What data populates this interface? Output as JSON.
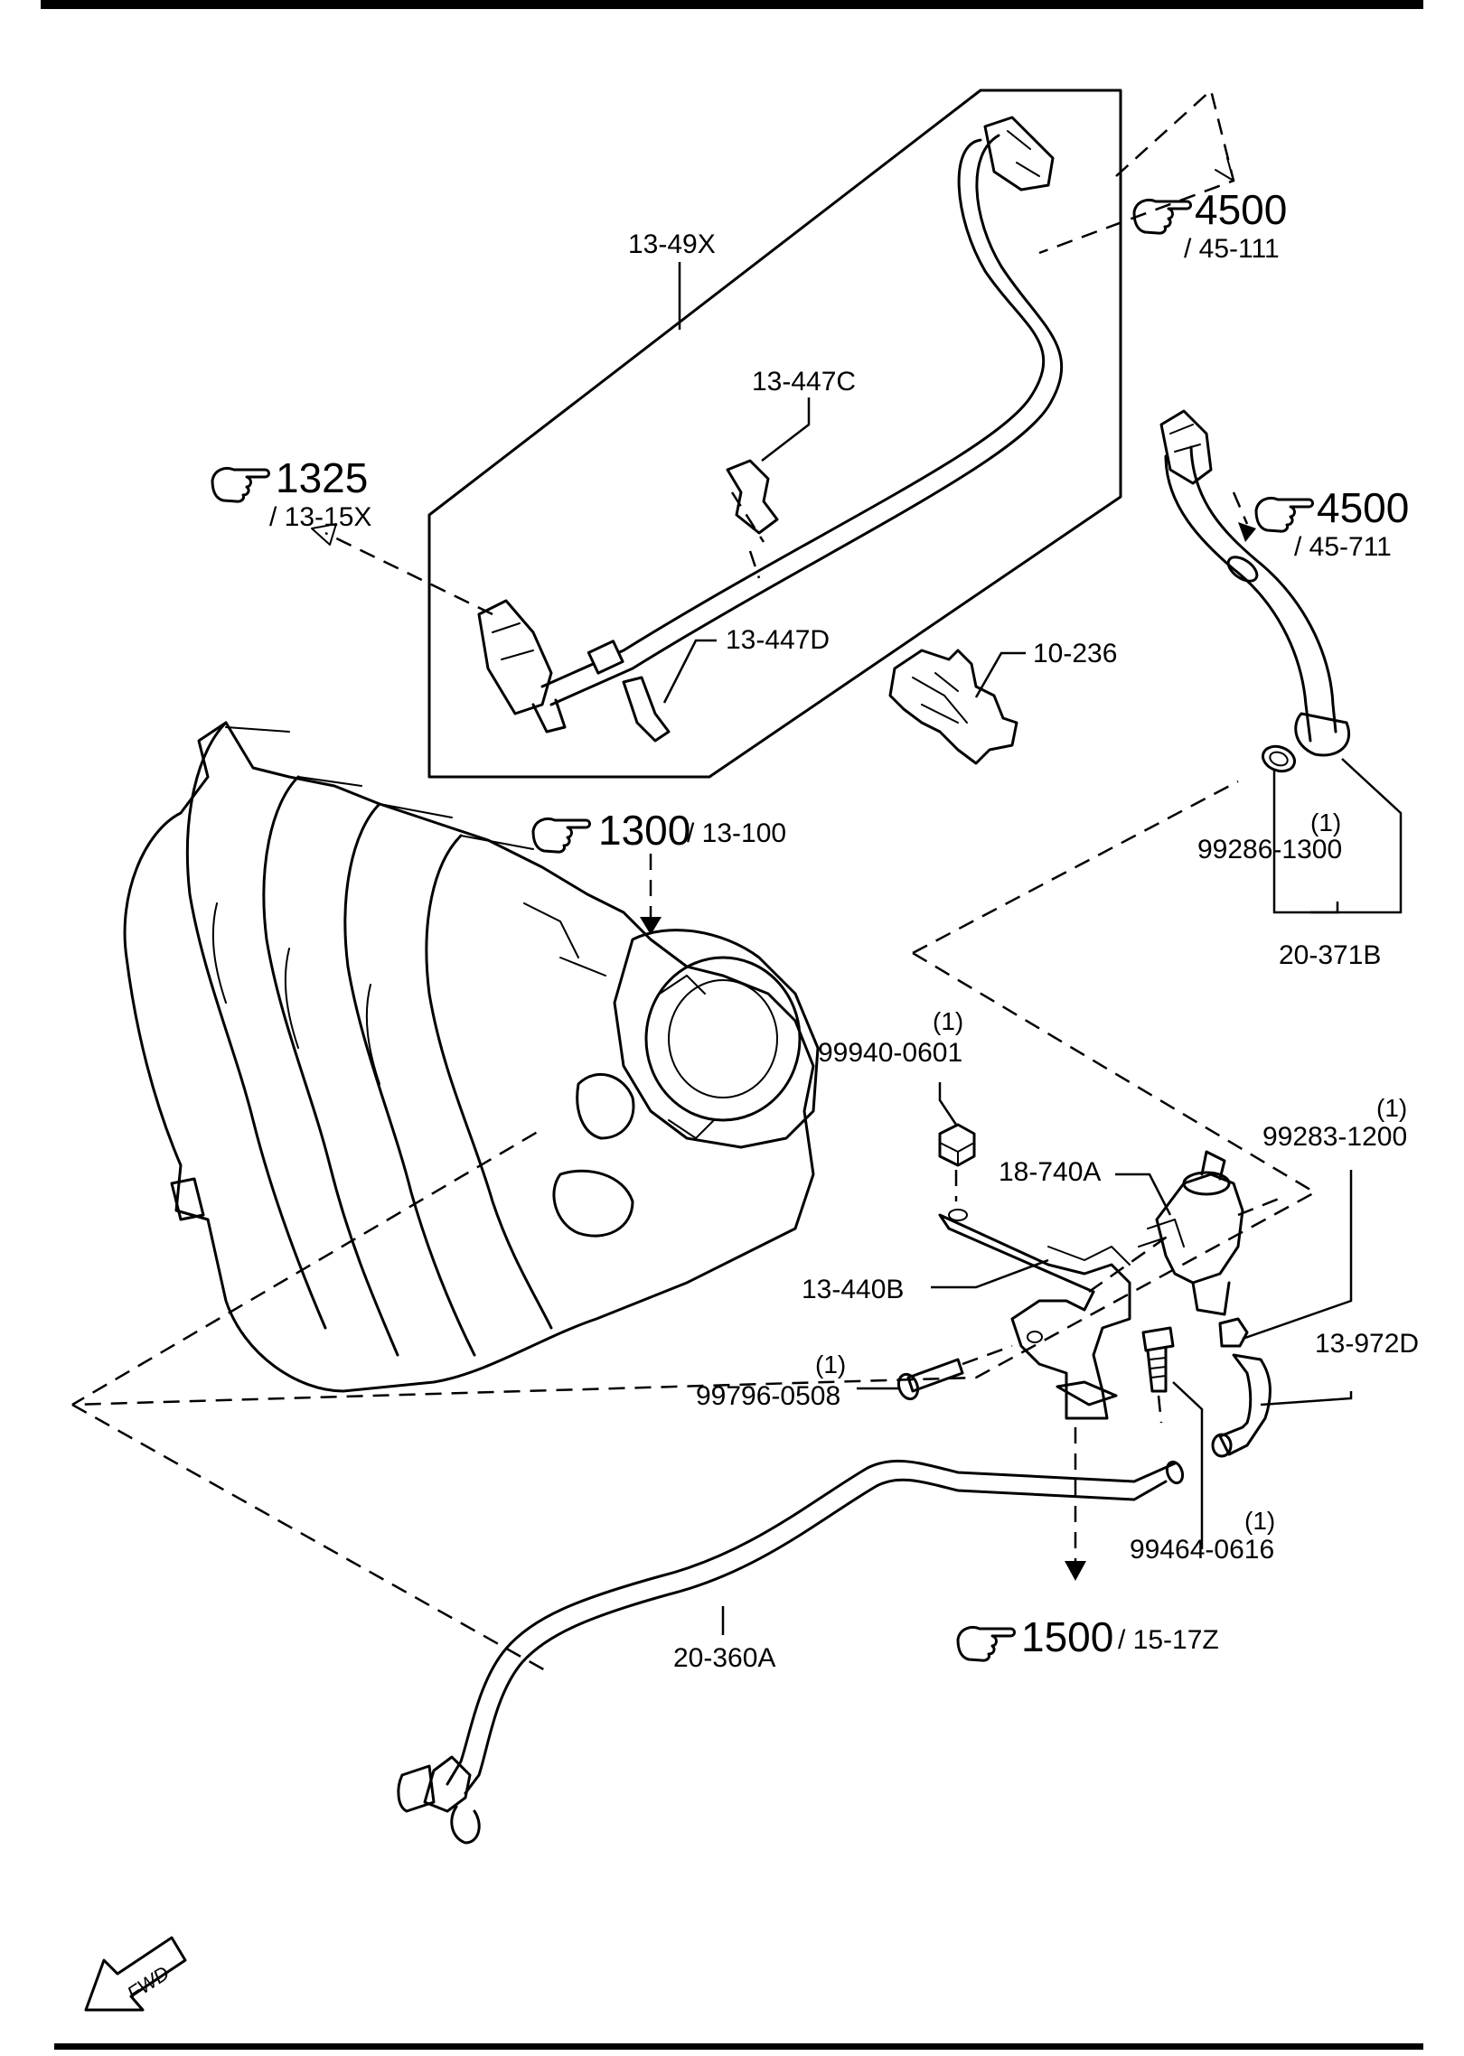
{
  "parts": {
    "p13_49x": "13-49X",
    "p13_447c": "13-447C",
    "p13_447d": "13-447D",
    "p10_236": "10-236",
    "p99286": "99286-1300",
    "p20_371b": "20-371B",
    "p99940": "99940-0601",
    "p18_740a": "18-740A",
    "p13_440b": "13-440B",
    "p99283": "99283-1200",
    "p13_972d": "13-972D",
    "p99796": "99796-0508",
    "p99464": "99464-0616",
    "p20_360a": "20-360A"
  },
  "quantities": {
    "q99286": "(1)",
    "q99940": "(1)",
    "q99283": "(1)",
    "q99796": "(1)",
    "q99464": "(1)"
  },
  "refs": {
    "r4500_top": {
      "num": "4500",
      "sub": "/ 45-111"
    },
    "r4500_right": {
      "num": "4500",
      "sub": "/ 45-711"
    },
    "r1325": {
      "num": "1325",
      "sub": "/ 13-15X"
    },
    "r1300": {
      "num": "1300",
      "sub": "/ 13-100"
    },
    "r1500": {
      "num": "1500",
      "sub": "/ 15-17Z"
    }
  },
  "fwd_label": "FWD"
}
